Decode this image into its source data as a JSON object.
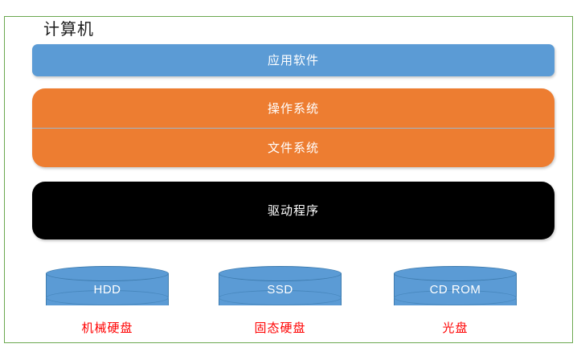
{
  "diagram": {
    "group_title": "计算机",
    "border_color": "#6AA84F",
    "layers": [
      {
        "name": "application-software",
        "label": "应用软件",
        "color": "#5B9BD5"
      },
      {
        "name": "operating-system",
        "label": "操作系统",
        "color": "#ED7D31"
      },
      {
        "name": "file-system",
        "label": "文件系统",
        "color": "#ED7D31"
      },
      {
        "name": "driver",
        "label": "驱动程序",
        "color": "#000000"
      }
    ],
    "devices": [
      {
        "name": "hdd",
        "label": "HDD",
        "caption": "机械硬盘",
        "color": "#5B9BD5",
        "caption_color": "#FF0000"
      },
      {
        "name": "ssd",
        "label": "SSD",
        "caption": "固态硬盘",
        "color": "#5B9BD5",
        "caption_color": "#FF0000"
      },
      {
        "name": "cd-rom",
        "label": "CD ROM",
        "caption": "光盘",
        "color": "#5B9BD5",
        "caption_color": "#FF0000"
      }
    ]
  }
}
